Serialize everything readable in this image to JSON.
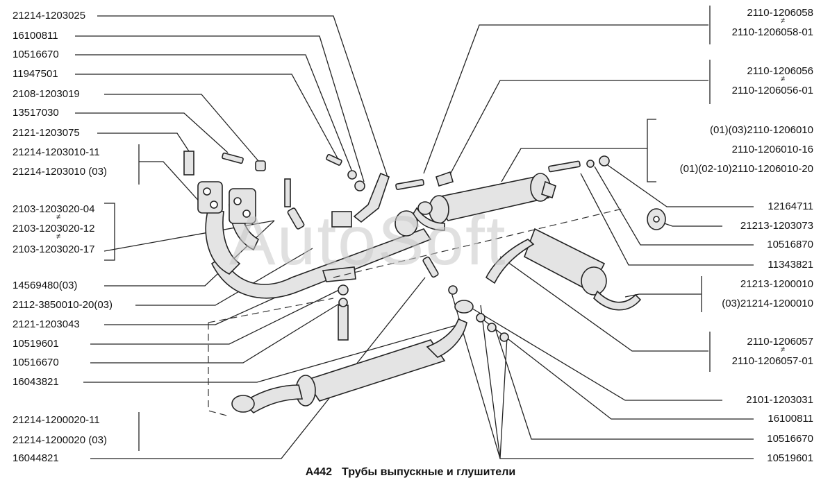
{
  "caption": {
    "code": "A442",
    "title": "Трубы выпускные и глушители"
  },
  "watermark": "AutoSoft",
  "left_labels": [
    "21214-1203025",
    "16100811",
    "10516670",
    "11947501",
    "2108-1203019",
    "13517030",
    "2121-1203075",
    "21214-1203010-11",
    "21214-1203010   (03)",
    "2103-1203020-04",
    "2103-1203020-12",
    "2103-1203020-17",
    "14569480(03)",
    "2112-3850010-20(03)",
    "2121-1203043",
    "10519601",
    "10516670",
    "16043821",
    "21214-1200020-11",
    "21214-1200020   (03)",
    "16044821"
  ],
  "right_labels": [
    "2110-1206058",
    "2110-1206058-01",
    "2110-1206056",
    "2110-1206056-01",
    "(01)(03)2110-1206010",
    "2110-1206010-16",
    "(01)(02-10)2110-1206010-20",
    "12164711",
    "21213-1203073",
    "10516870",
    "11343821",
    "21213-1200010",
    "(03)21214-1200010",
    "2110-1206057",
    "2110-1206057-01",
    "2101-1203031",
    "16100811",
    "10516670",
    "10519601"
  ],
  "not_equal_symbol": "≠"
}
